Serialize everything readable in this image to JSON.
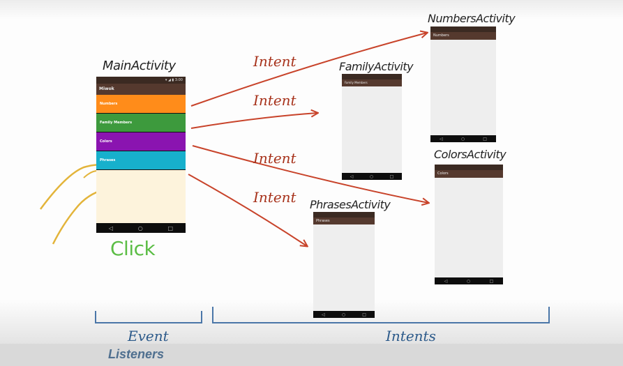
{
  "main": {
    "title": "MainActivity",
    "appbar": "Miwok",
    "status": "▾ ◢ ▮ 3:00",
    "items": [
      {
        "label": "Numbers",
        "color": "#ff8c1a"
      },
      {
        "label": "Family Members",
        "color": "#3d9a3d"
      },
      {
        "label": "Colors",
        "color": "#8a14b0"
      },
      {
        "label": "Phrases",
        "color": "#17b0cc"
      }
    ],
    "list_bg": "#fdf3dc"
  },
  "click_label": "Click",
  "intent_label": "Intent",
  "activities": {
    "numbers": {
      "title": "NumbersActivity",
      "appbar": "Numbers"
    },
    "family": {
      "title": "FamilyActivity",
      "appbar": "Family Members"
    },
    "colors": {
      "title": "ColorsActivity",
      "appbar": "Colors"
    },
    "phrases": {
      "title": "PhrasesActivity",
      "appbar": "Phrases"
    }
  },
  "nav_icons": [
    "◁",
    "○",
    "□"
  ],
  "brackets": {
    "event": "Event",
    "intents": "Intents"
  },
  "caption": "Listeners",
  "colors": {
    "arrow": "#c8432a",
    "click": "#5bbd45",
    "bracket": "#4a76a8",
    "finger": "#e3b43a"
  }
}
